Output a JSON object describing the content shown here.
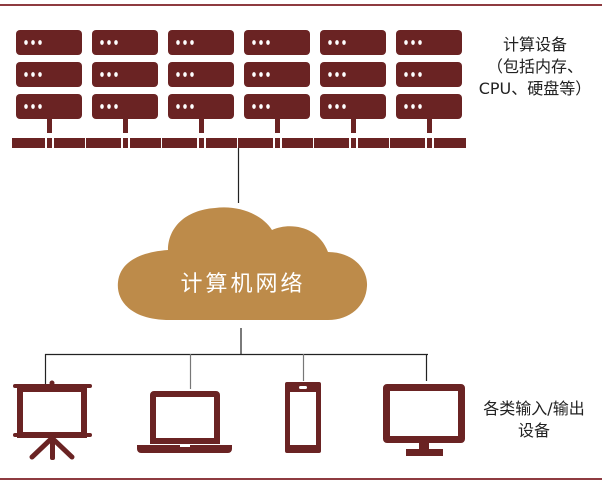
{
  "diagram": {
    "title": "计算机网络组成示意",
    "colors": {
      "device": "#6a2323",
      "cloud": "#bd8b4a",
      "border": "#8e3b40",
      "connector": "#222222",
      "cloud_text": "#ffffff"
    },
    "compute_group": {
      "label_line1": "计算设备",
      "label_line2": "（包括内存、",
      "label_line3": "CPU、硬盘等）",
      "server_columns": 6,
      "servers_per_column": 3,
      "server_icon": "server-icon"
    },
    "network": {
      "label": "计算机网络",
      "icon": "cloud-icon"
    },
    "io_group": {
      "label_line1": "各类输入/输出",
      "label_line2": "设备",
      "devices": [
        {
          "name": "projector",
          "icon": "projector-screen-icon"
        },
        {
          "name": "laptop",
          "icon": "laptop-icon"
        },
        {
          "name": "phone",
          "icon": "smartphone-icon"
        },
        {
          "name": "monitor",
          "icon": "desktop-monitor-icon"
        }
      ]
    }
  }
}
